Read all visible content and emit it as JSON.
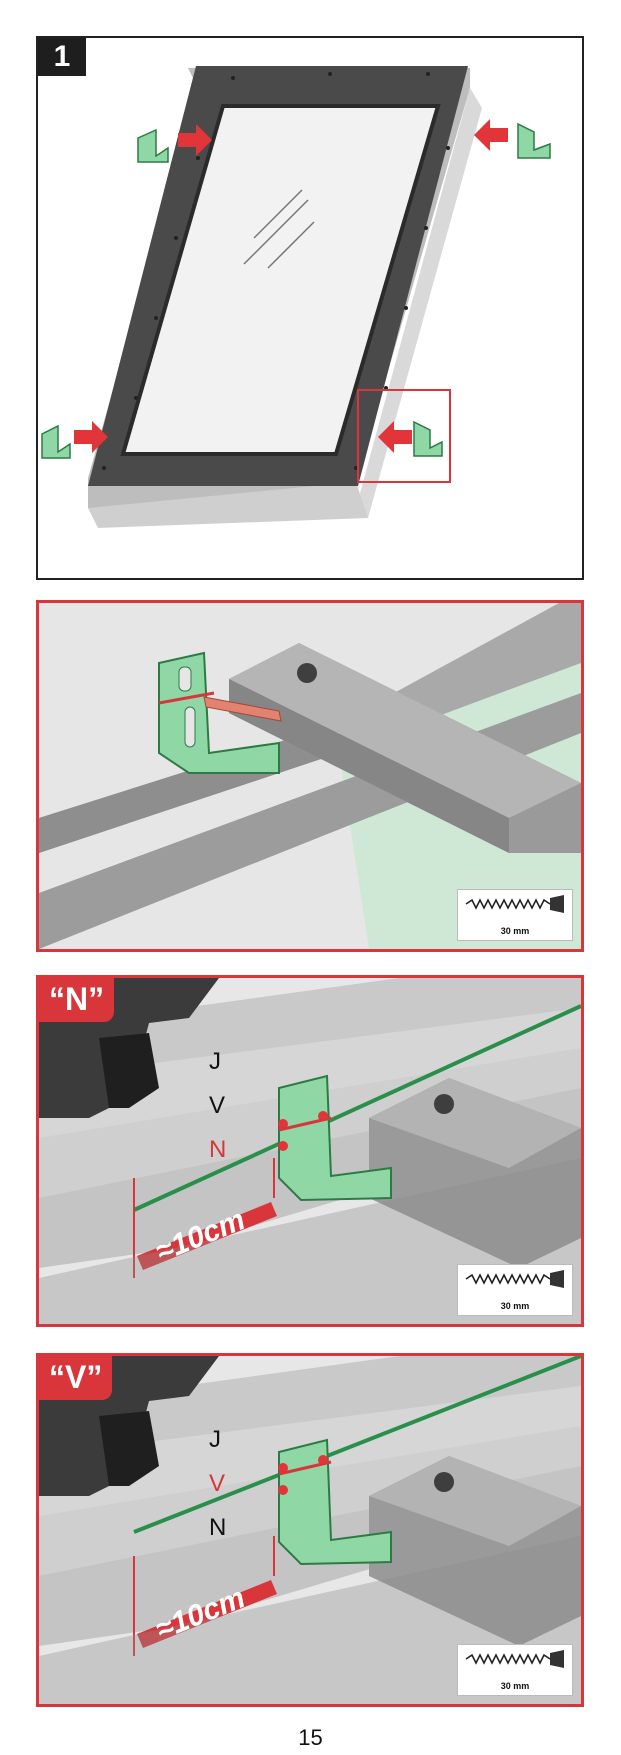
{
  "step_badge": "1",
  "screw_length": "30 mm",
  "panels": {
    "n": {
      "tag": "“N”",
      "letters": [
        "J",
        "V",
        "N"
      ],
      "dimension": "≈10cm"
    },
    "v": {
      "tag": "“V”",
      "letters": [
        "J",
        "V",
        "N"
      ],
      "dimension": "≈10cm"
    }
  },
  "page_number": "15",
  "colors": {
    "accent_red": "#d8363b",
    "bracket_green": "#8fd8a6",
    "step_badge": "#1e1e1e"
  }
}
